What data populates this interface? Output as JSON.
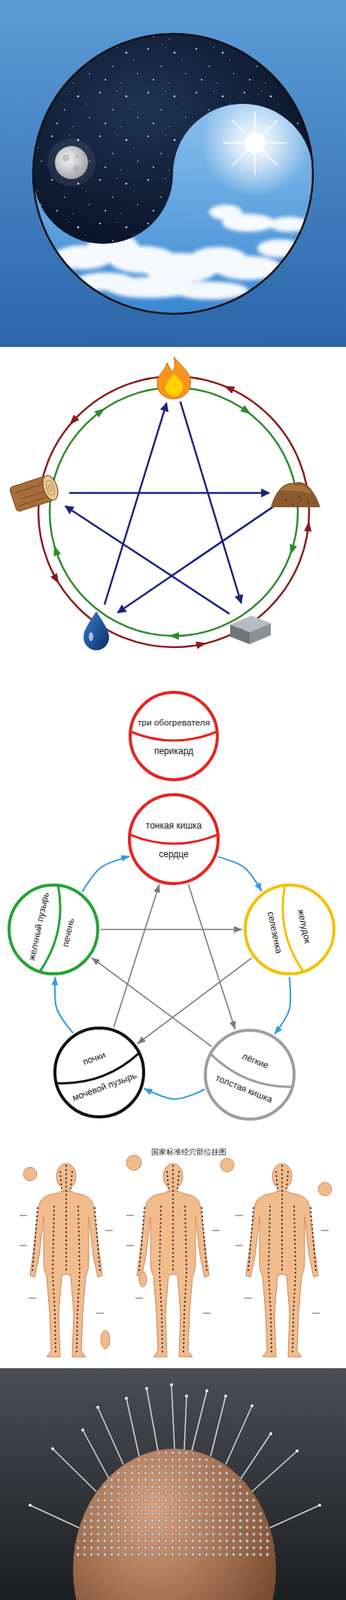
{
  "diagram": {
    "nodes": [
      {
        "text": [
          "три обогревателя",
          "перикард"
        ]
      },
      {
        "text": [
          "тонкая кишка",
          "сердце"
        ]
      },
      {
        "text": [
          "желчный пузырь",
          "печень"
        ]
      },
      {
        "text": [
          "желудок",
          "селезенка"
        ]
      },
      {
        "text": [
          "почки",
          "мочевой пузырь"
        ]
      },
      {
        "text": [
          "лёгкие",
          "толстая кишка"
        ]
      }
    ],
    "edges": [
      {
        "from": 1,
        "to": 3,
        "arrow": "to"
      },
      {
        "from": 3,
        "to": 5,
        "arrow": "to"
      },
      {
        "from": 5,
        "to": 4,
        "arrow": "to"
      },
      {
        "from": 4,
        "to": 2,
        "arrow": "to"
      },
      {
        "from": 2,
        "to": 1,
        "arrow": "to"
      },
      {
        "from": 2,
        "to": 3,
        "arrow": "to"
      },
      {
        "from": 3,
        "to": 4,
        "arrow": "to"
      },
      {
        "from": 4,
        "to": 1,
        "arrow": "to"
      },
      {
        "from": 1,
        "to": 5,
        "arrow": "to"
      },
      {
        "from": 5,
        "to": 2,
        "arrow": "to"
      }
    ],
    "labels": [
      "国家标准经穴部位挂图"
    ]
  }
}
